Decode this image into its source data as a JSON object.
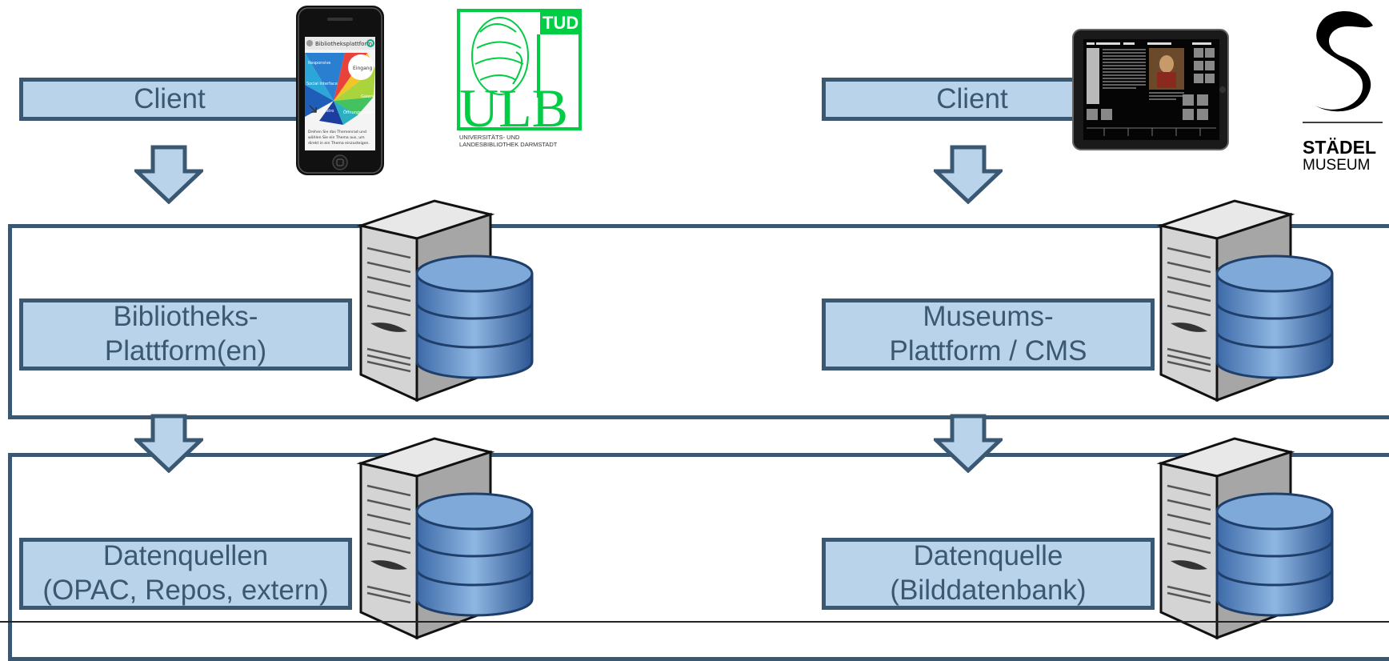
{
  "colors": {
    "border": "#3b5873",
    "box_fill": "#b9d3ea",
    "text": "#3b5873",
    "ulb_green": "#00cc44",
    "server_body": "#d9d9d9",
    "db_blue": "#5f8fc8"
  },
  "left": {
    "client_label": "Client",
    "platform_line1": "Bibliotheks-",
    "platform_line2": "Plattform(en)",
    "sources_line1": "Datenquellen",
    "sources_line2": "(OPAC, Repos, extern)",
    "phone": {
      "app_title": "Bibliotheksplattform",
      "wheel_center": "Eingang",
      "wheel_items": [
        "Responsive",
        "Social Interface",
        "Bistro",
        "Öffnungszeiten",
        "Galerie"
      ],
      "help_text_1": "Drehen Sie das Themenrad und",
      "help_text_2": "wählen Sie ein Thema aus, um",
      "help_text_3": "direkt in ein Thema einzusteigen."
    },
    "logo": {
      "tud": "TUD",
      "ulb": "ULB",
      "sub1": "UNIVERSITÄTS- UND",
      "sub2": "LANDESBIBLIOTHEK DARMSTADT"
    }
  },
  "right": {
    "client_label": "Client",
    "platform_line1": "Museums-",
    "platform_line2": "Plattform / CMS",
    "sources_line1": "Datenquelle",
    "sources_line2": "(Bilddatenbank)",
    "logo": {
      "line1": "STÄDEL",
      "line2": "MUSEUM"
    }
  },
  "icons": [
    "arrow-down-icon",
    "server-icon",
    "database-icon",
    "smartphone-icon",
    "tablet-icon",
    "ulb-logo",
    "staedel-logo"
  ]
}
